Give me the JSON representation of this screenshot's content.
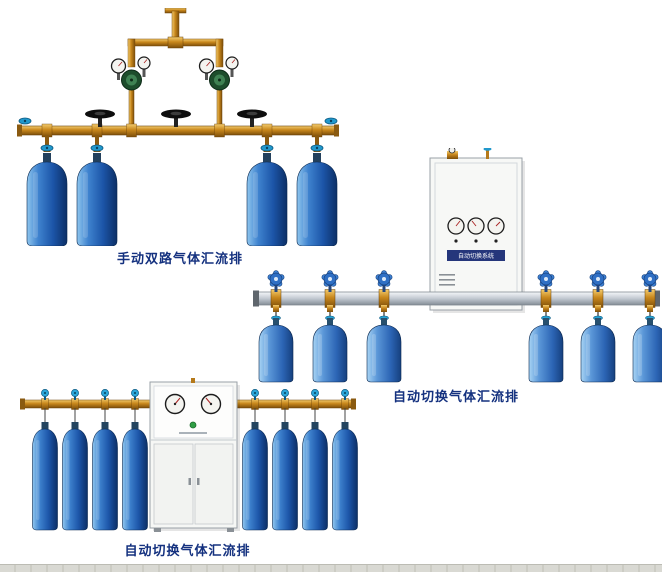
{
  "page": {
    "background": "#ffffff"
  },
  "colors": {
    "caption": "#14317f",
    "cylinder_blue": "#1c55a8",
    "brass": "#c8871c",
    "pipe_silver": "#c2c9d1",
    "cabinet_white": "#f6f7f5"
  },
  "figures": [
    {
      "id": "manual-dual-manifold",
      "caption": "手动双路气体汇流排"
    },
    {
      "id": "auto-switch-manifold",
      "caption": "自动切换气体汇流排",
      "cabinet_label": "自动切换系统"
    },
    {
      "id": "auto-switch-manifold-center-cabinet",
      "caption": "自动切换气体汇流排"
    }
  ]
}
